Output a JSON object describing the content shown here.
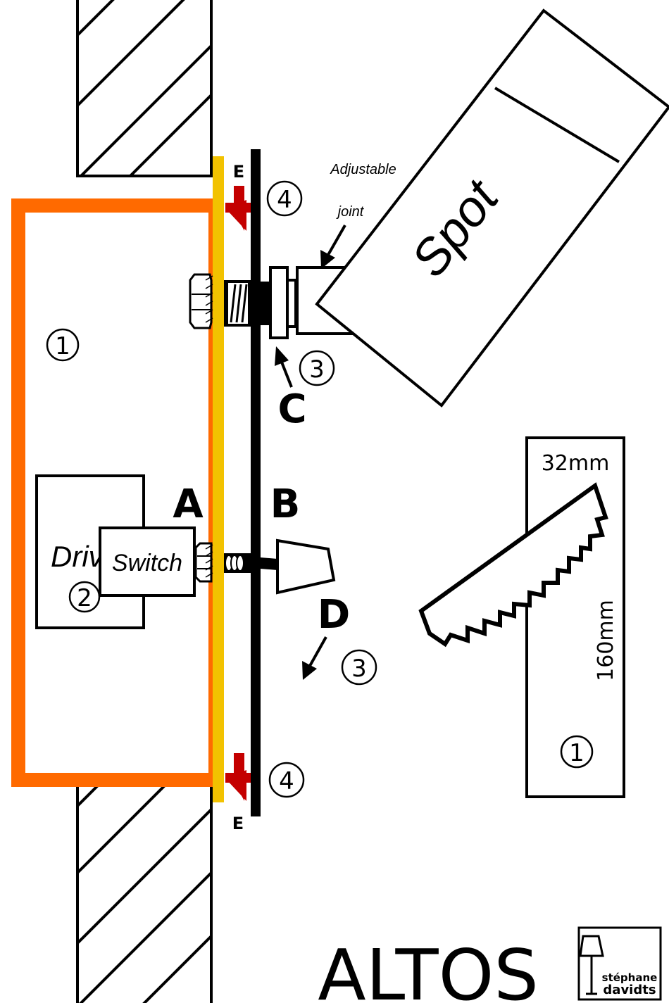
{
  "labels": {
    "A": "A",
    "B": "B",
    "C": "C",
    "D": "D",
    "E_top": "E",
    "E_bottom": "E"
  },
  "parts": {
    "driver": "Driver",
    "switch": "Switch",
    "spot": "Spot",
    "adjustable_joint_line1": "Adjustable",
    "adjustable_joint_line2": "joint"
  },
  "numbers": {
    "box_1": "1",
    "driver_2": "2",
    "joint_3": "3",
    "cone_3": "3",
    "top_4": "4",
    "bottom_4": "4",
    "template_1": "1"
  },
  "dimensions": {
    "width": "32mm",
    "height": "160mm"
  },
  "brand": {
    "product": "ALTOS",
    "logo_line1": "stéphane",
    "logo_line2": "davidts"
  },
  "colors": {
    "box_outline": "#ff6a00",
    "plate_A": "#f2c200",
    "panel_B": "#000000",
    "screw_E": "#c40000"
  }
}
